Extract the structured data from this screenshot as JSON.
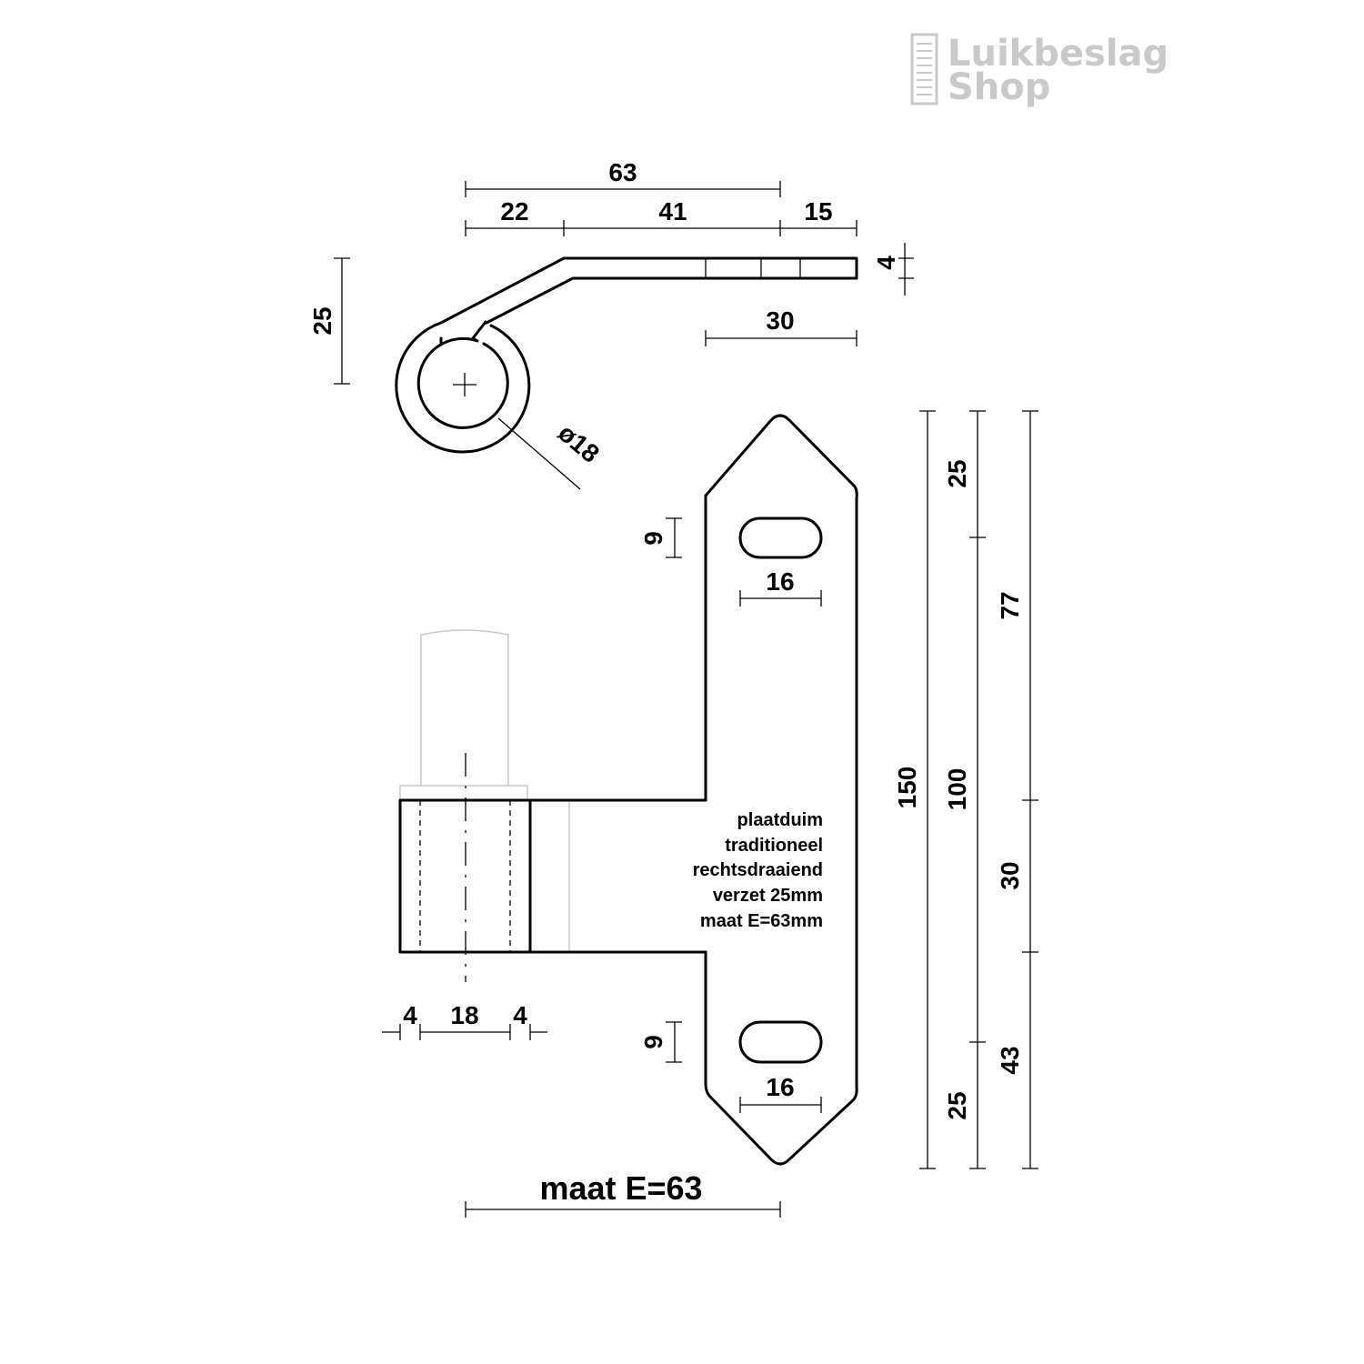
{
  "logo": {
    "line1": "Luikbeslag",
    "line2": "Shop",
    "color": "#c9c9c9"
  },
  "top_view": {
    "dim_total": "63",
    "dim_a": "22",
    "dim_b": "41",
    "dim_c": "15",
    "dim_thickness": "4",
    "dim_offset": "25",
    "dim_30": "30",
    "dim_diameter": "ø18"
  },
  "front_view": {
    "slot_top_height": "9",
    "slot_top_width": "16",
    "slot_bottom_height": "9",
    "slot_bottom_width": "16",
    "barrel_left": "4",
    "barrel_mid": "18",
    "barrel_right": "4",
    "dim_150": "150",
    "dim_100": "100",
    "dim_25_top": "25",
    "dim_25_bottom": "25",
    "dim_77": "77",
    "dim_30": "30",
    "dim_43": "43",
    "maat_label": "maat E=63"
  },
  "description": [
    "plaatduim",
    "traditioneel",
    "rechtsdraaiend",
    "verzet 25mm",
    "maat E=63mm"
  ]
}
